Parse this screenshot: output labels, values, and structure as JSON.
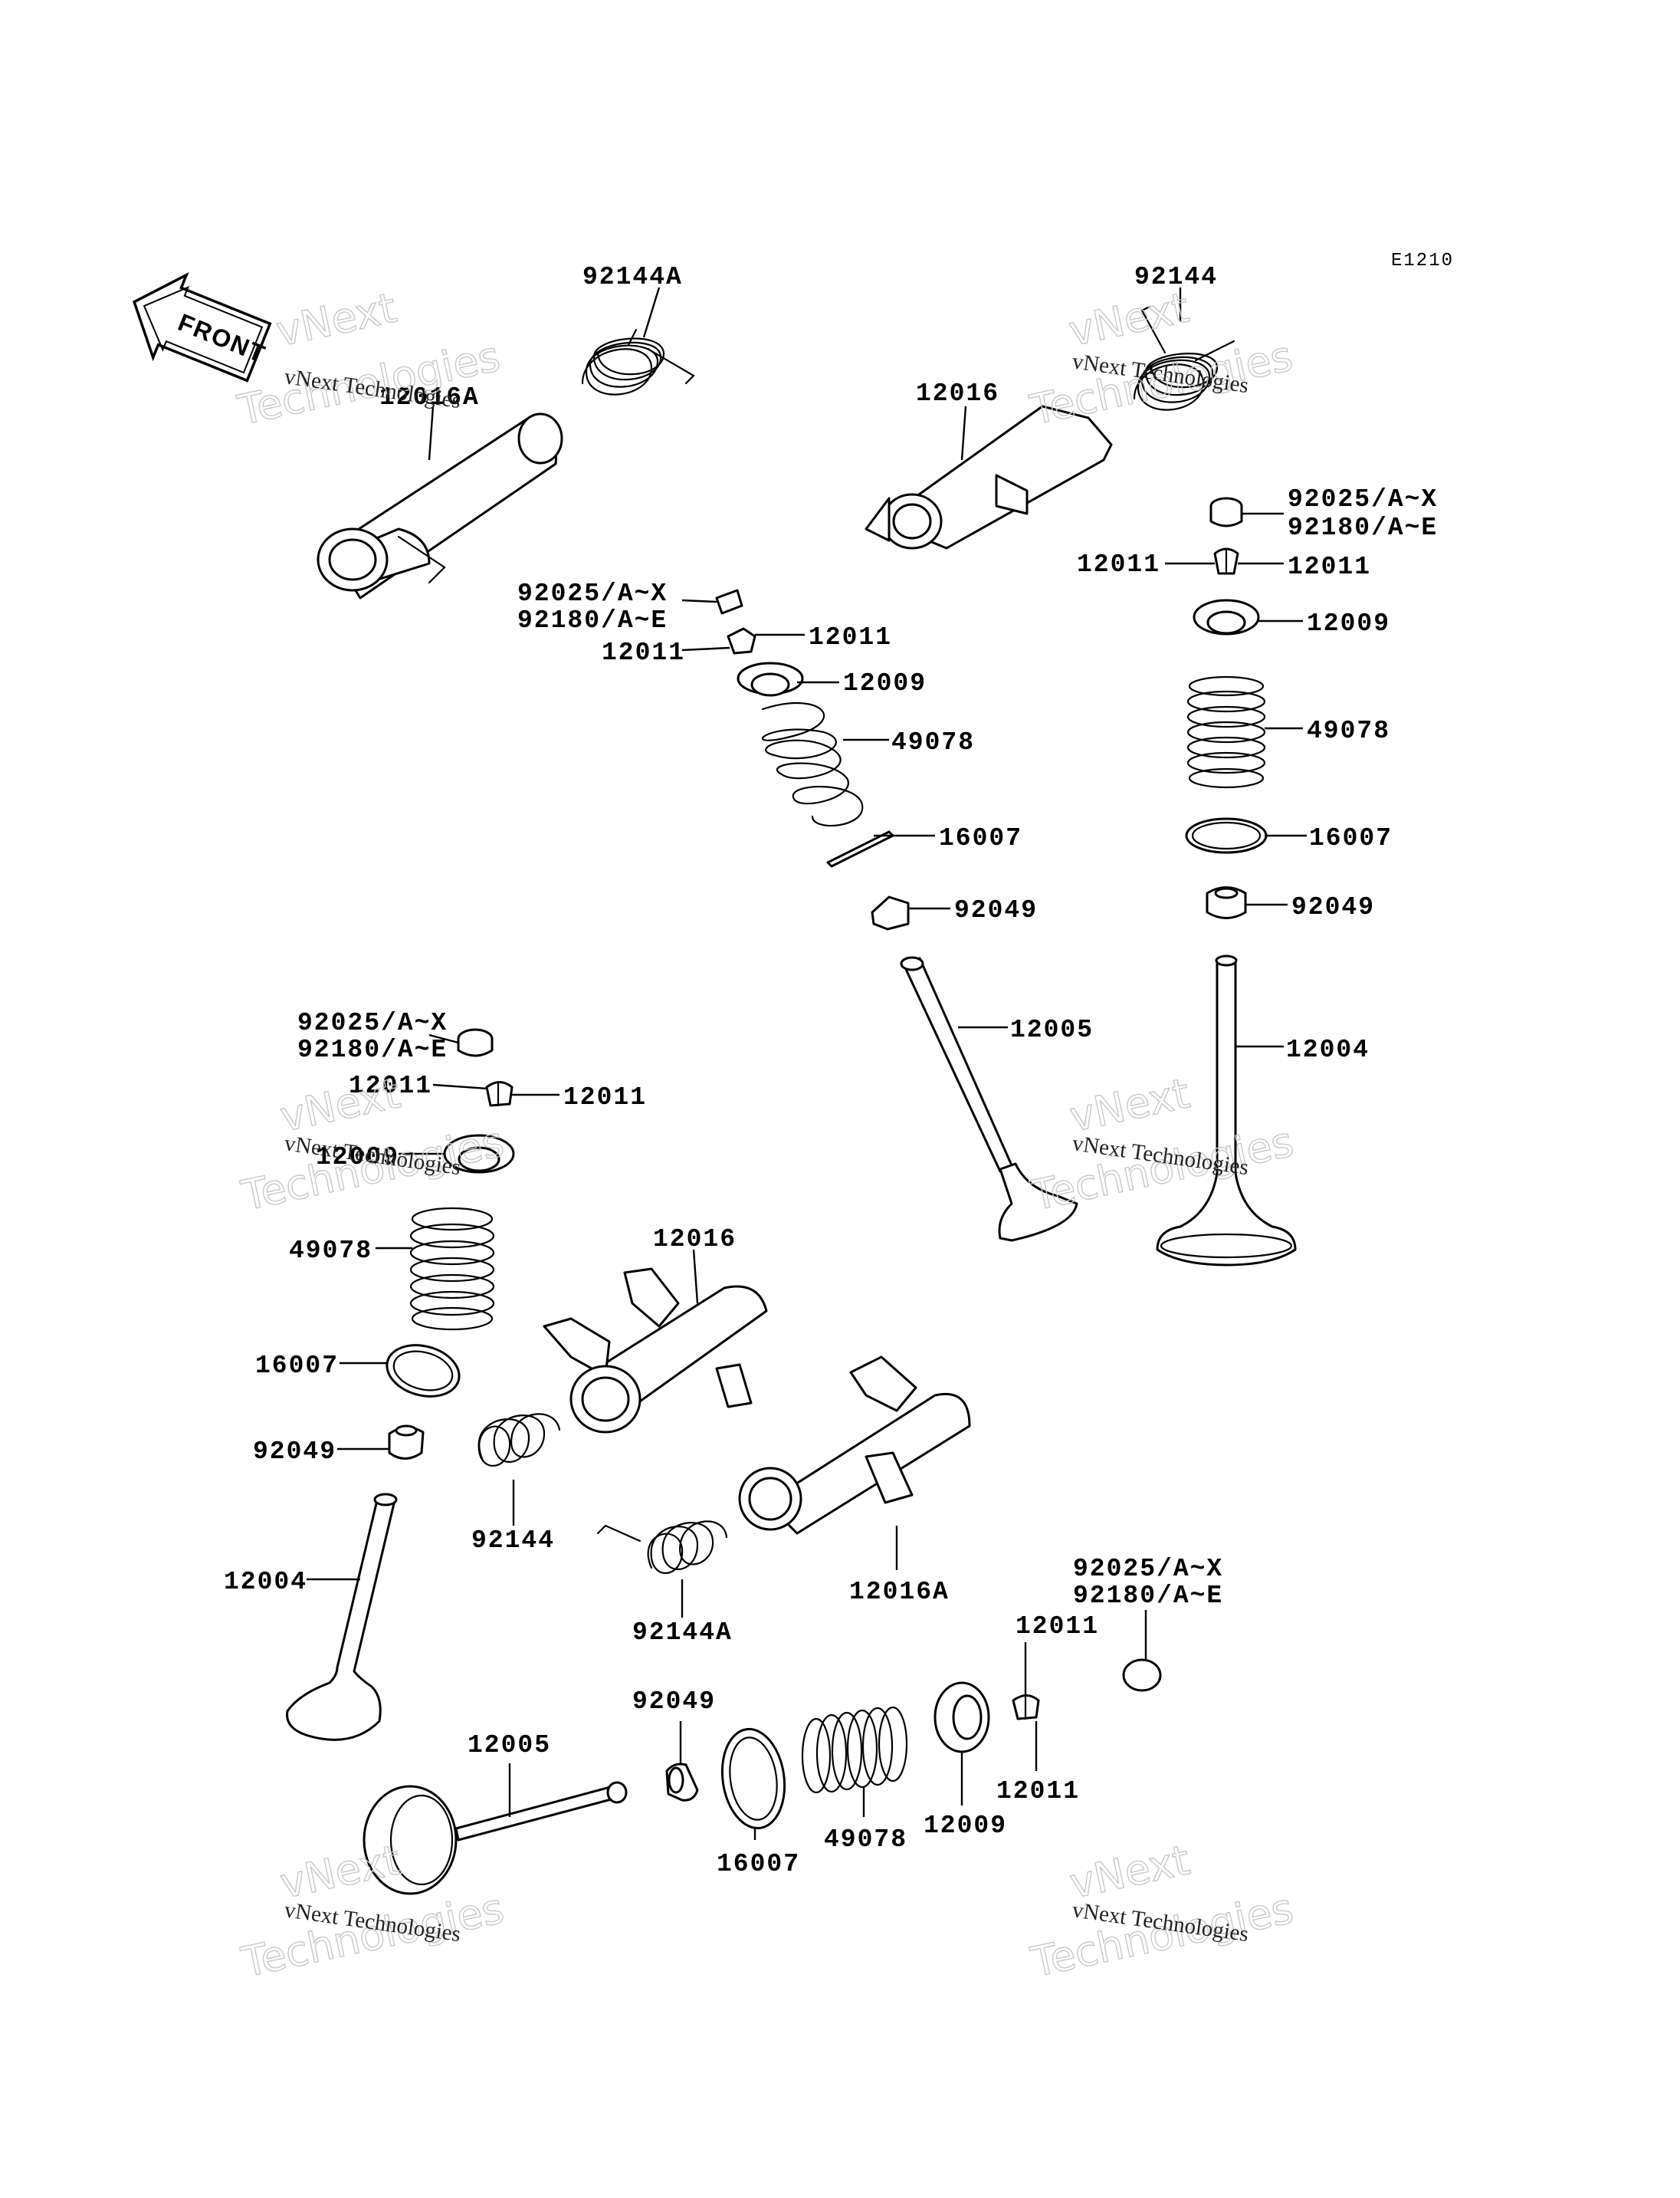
{
  "diagram": {
    "code": "E1210",
    "front_label": "FRONT",
    "watermark": {
      "line1": "vNext Technologies",
      "line2a": "vNext",
      "line2b": "Technologies"
    }
  },
  "labels": {
    "rocker_a_top": "12016A",
    "spring_a_top": "92144A",
    "rocker_top": "12016",
    "spring_top": "92144",
    "c_shim_a": "92025/A~X",
    "c_shim_b": "92180/A~E",
    "c_cotter_r": "12011",
    "c_cotter_l": "12011",
    "c_retainer": "12009",
    "c_spring": "49078",
    "c_seat": "16007",
    "c_seal": "92049",
    "c_valve": "12005",
    "r_shim_a": "92025/A~X",
    "r_shim_b": "92180/A~E",
    "r_cotter_l": "12011",
    "r_cotter_r": "12011",
    "r_retainer": "12009",
    "r_spring": "49078",
    "r_seat": "16007",
    "r_seal": "92049",
    "r_valve": "12004",
    "l_shim_a": "92025/A~X",
    "l_shim_b": "92180/A~E",
    "l_cotter_l": "12011",
    "l_cotter_r": "12011",
    "l_retainer": "12009",
    "l_spring": "49078",
    "l_seat": "16007",
    "l_seal": "92049",
    "l_valve": "12004",
    "m_rocker": "12016",
    "m_spring": "92144",
    "m_spring_a": "92144A",
    "m_rocker_a": "12016A",
    "b_shim_a": "92025/A~X",
    "b_shim_b": "92180/A~E",
    "b_cotter_top": "12011",
    "b_cotter_bot": "12011",
    "b_seal": "92049",
    "b_valve": "12005",
    "b_seat": "16007",
    "b_spring": "49078",
    "b_retainer": "12009"
  }
}
